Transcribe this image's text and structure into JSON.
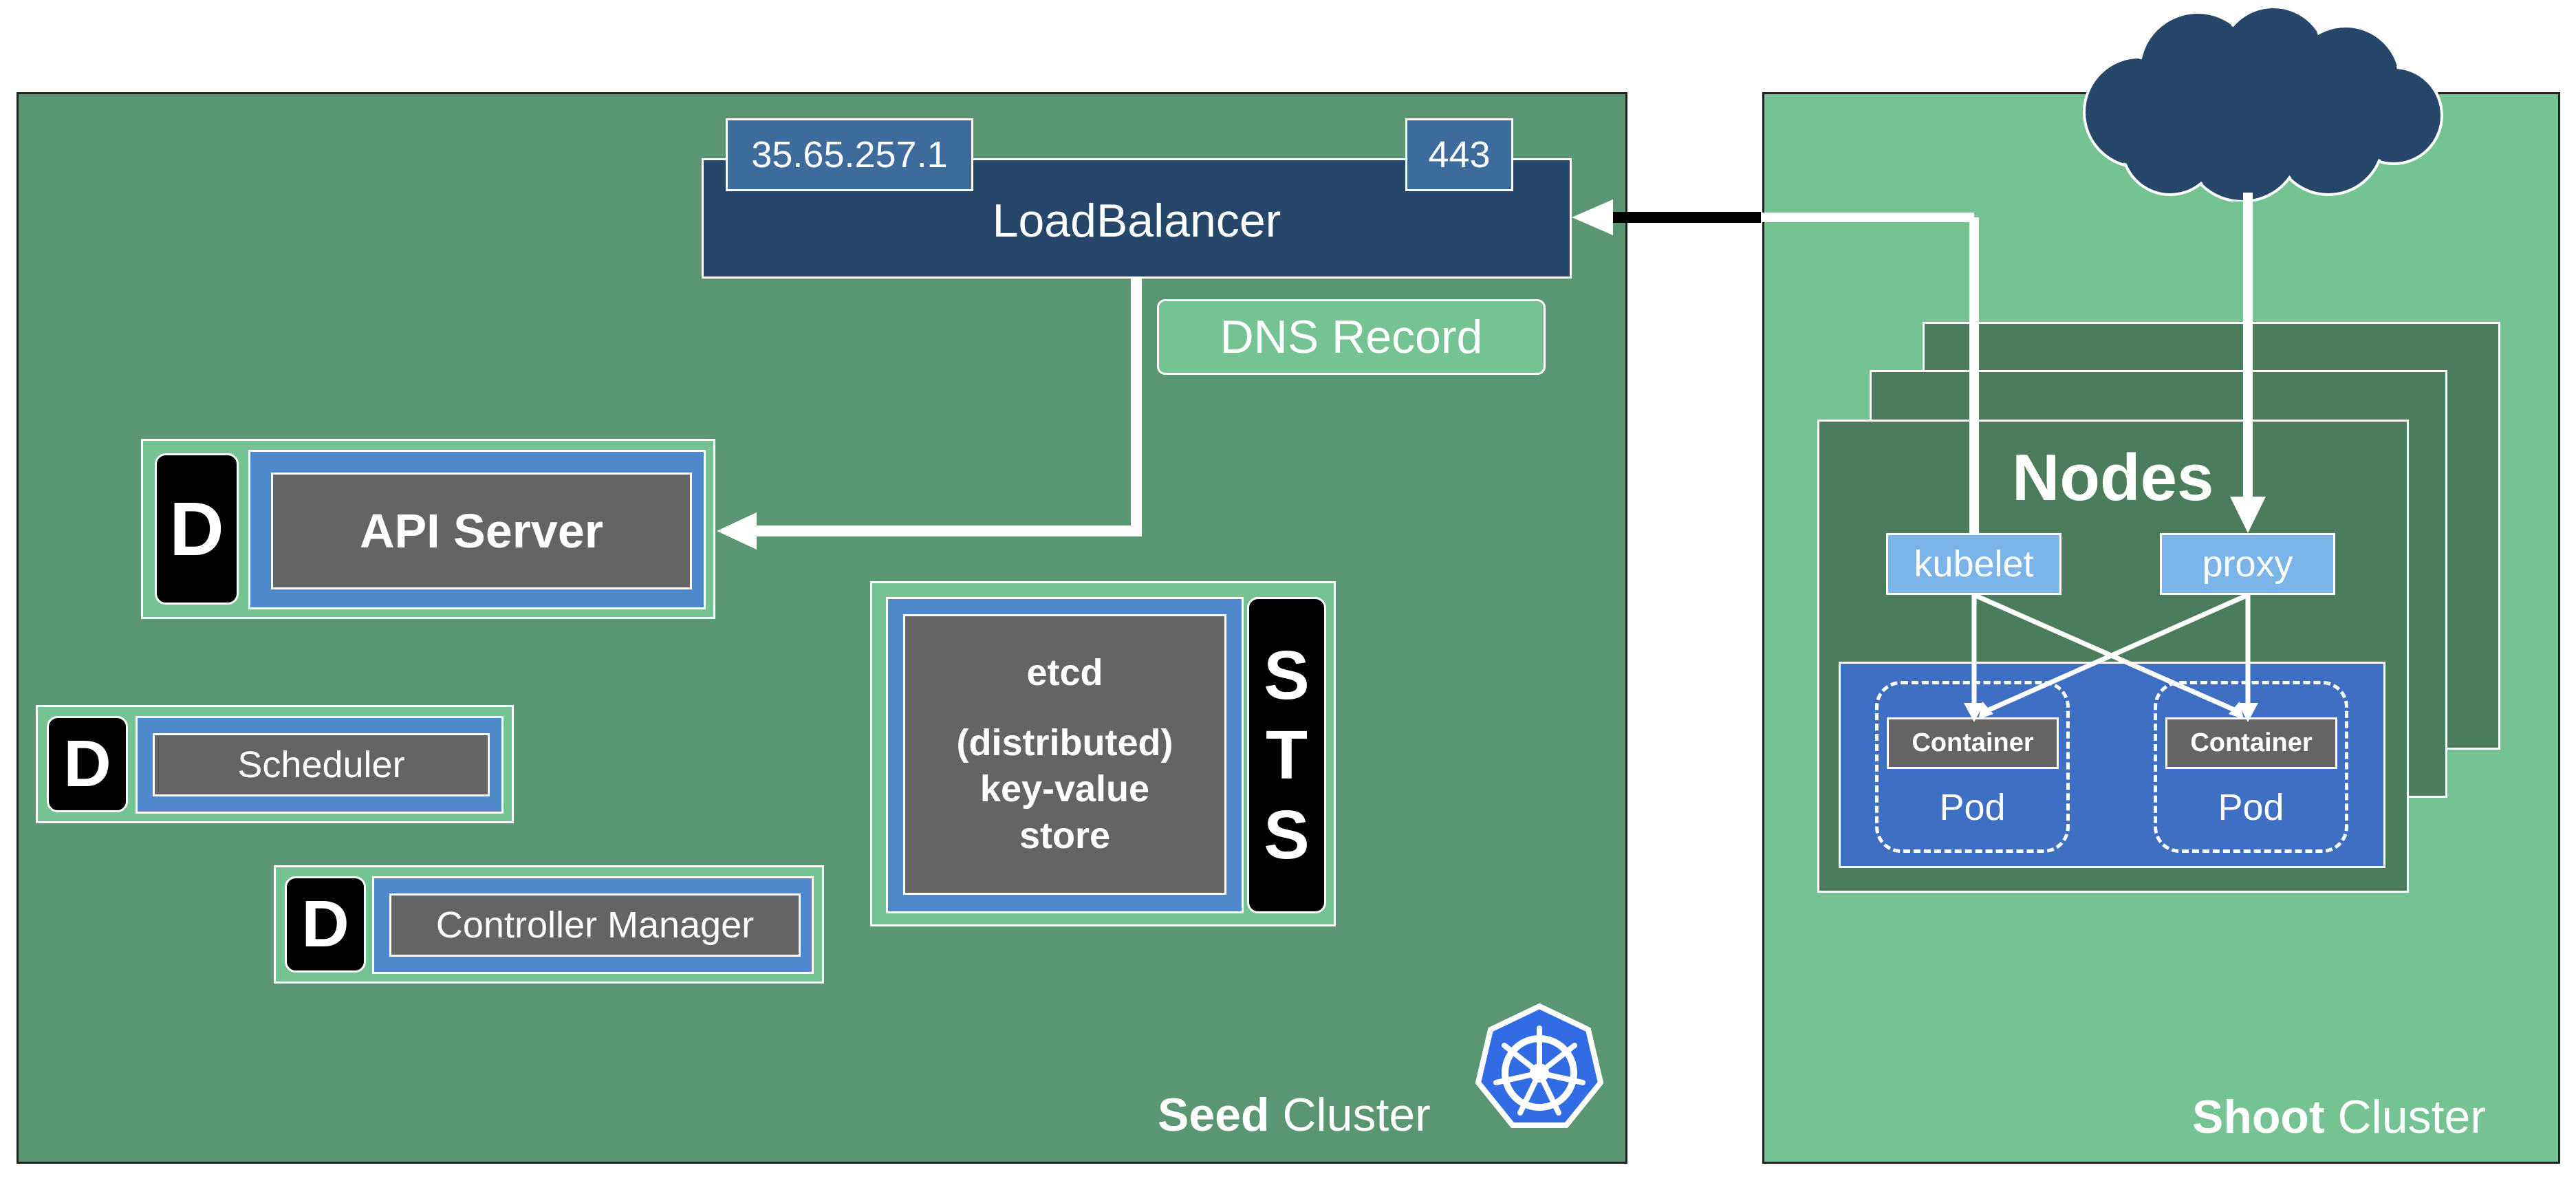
{
  "seed_cluster": {
    "label_bold": "Seed",
    "label_rest": "Cluster"
  },
  "shoot_cluster": {
    "label_bold": "Shoot",
    "label_rest": "Cluster"
  },
  "load_balancer": {
    "label": "LoadBalancer",
    "ip": "35.65.257.1",
    "port": "443"
  },
  "dns_record": "DNS Record",
  "components": {
    "api_server": {
      "badge": "D",
      "label": "API Server"
    },
    "scheduler": {
      "badge": "D",
      "label": "Scheduler"
    },
    "controller_manager": {
      "badge": "D",
      "label": "Controller Manager"
    },
    "etcd": {
      "line1": "etcd",
      "line2": "(distributed)",
      "line3": "key-value",
      "line4": "store",
      "badge": [
        "S",
        "T",
        "S"
      ]
    }
  },
  "nodes": {
    "title": "Nodes",
    "kubelet": "kubelet",
    "proxy": "proxy",
    "pods": [
      {
        "container": "Container",
        "label": "Pod"
      },
      {
        "container": "Container",
        "label": "Pod"
      }
    ]
  },
  "colors": {
    "seed_bg": "#5b9673",
    "shoot_bg": "#75c393",
    "load_balancer": "#26466a",
    "cloud": "#26466a",
    "component_blue": "#5088cc",
    "component_gray": "#646464",
    "pod_area": "#3e6fc2",
    "kubernetes_logo": "#326ce5"
  },
  "icons": [
    "cloud-icon",
    "kubernetes-logo-icon"
  ]
}
